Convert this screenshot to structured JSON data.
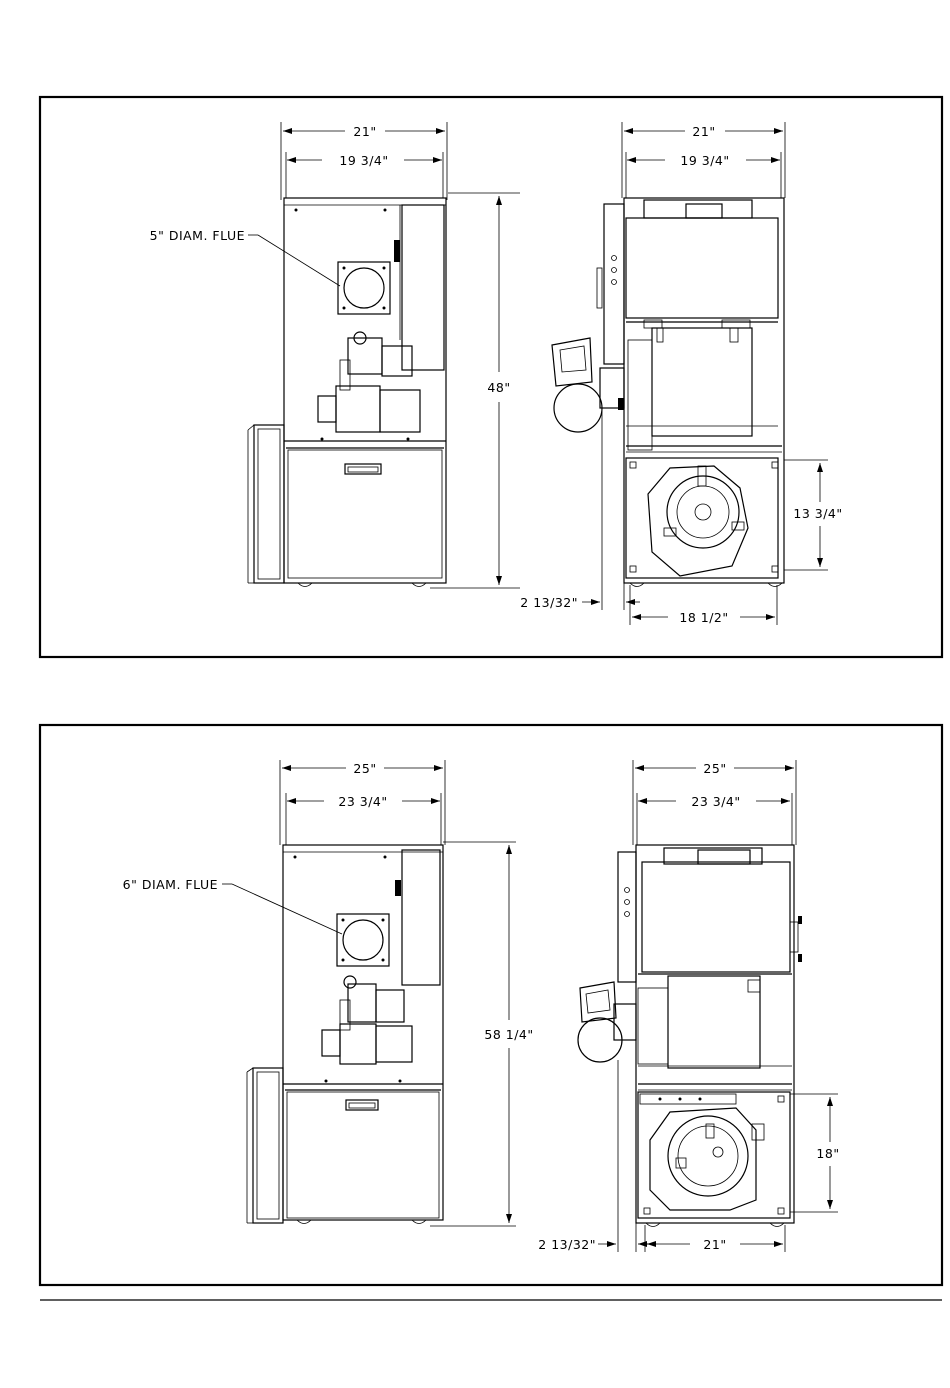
{
  "diagrams": [
    {
      "front": {
        "width_outer": "21\"",
        "width_inner": "19 3/4\"",
        "flue_label": "5\" DIAM. FLUE",
        "height": "48\""
      },
      "side": {
        "width_outer": "21\"",
        "width_inner": "19 3/4\"",
        "blower_height": "13 3/4\"",
        "base_width": "18 1/2\"",
        "offset": "2 13/32\""
      }
    },
    {
      "front": {
        "width_outer": "25\"",
        "width_inner": "23 3/4\"",
        "flue_label": "6\" DIAM. FLUE",
        "height": "58 1/4\""
      },
      "side": {
        "width_outer": "25\"",
        "width_inner": "23 3/4\"",
        "blower_height": "18\"",
        "base_width": "21\"",
        "offset": "2 13/32\""
      }
    }
  ]
}
